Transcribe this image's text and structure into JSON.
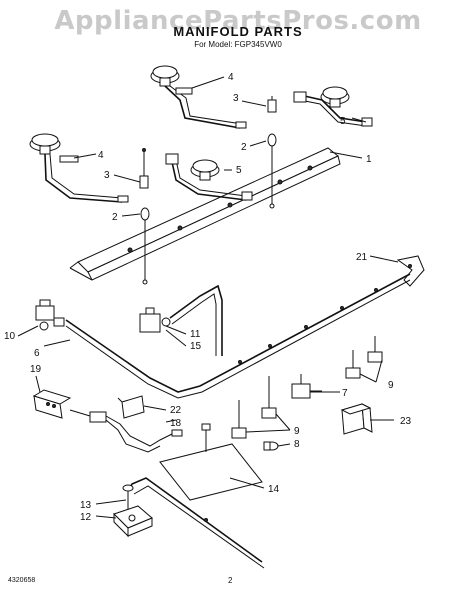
{
  "watermark": "AppliancePartsPros.com",
  "title": "MANIFOLD PARTS",
  "subtitle": "For Model: FGP345VW0",
  "footer": {
    "code": "4320658",
    "page": "2"
  },
  "callouts": {
    "c1": "1",
    "c2a": "2",
    "c2b": "2",
    "c3a": "3",
    "c3b": "3",
    "c4a": "4",
    "c4b": "4",
    "c5a": "5",
    "c5b": "5",
    "c6": "6",
    "c7": "7",
    "c8": "8",
    "c9a": "9",
    "c9b": "9",
    "c10": "10",
    "c11": "11",
    "c12": "12",
    "c13": "13",
    "c14": "14",
    "c15": "15",
    "c18": "18",
    "c19": "19",
    "c21": "21",
    "c22": "22",
    "c23": "23"
  }
}
